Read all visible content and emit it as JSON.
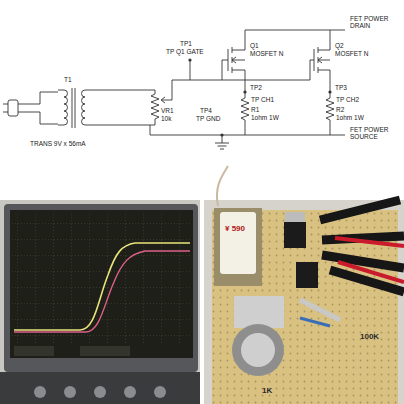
{
  "diagram": {
    "labels": [
      "TP1",
      "TP Q1 GATE",
      "FET POWER DRAIN",
      "Q1",
      "MOSFET N",
      "Q2",
      "MOSFET N",
      "TP2",
      "TP3",
      "TP4",
      "TP GND",
      "VR1",
      "10k",
      "R1",
      "1ohm 1W",
      "TP CH1",
      "R2",
      "1ohm 1W",
      "TP CH2",
      "FET POWER SOURCE",
      "T1",
      "TRANS 9V x 56mA",
      "¥ 590",
      "100K",
      "1K"
    ]
  }
}
